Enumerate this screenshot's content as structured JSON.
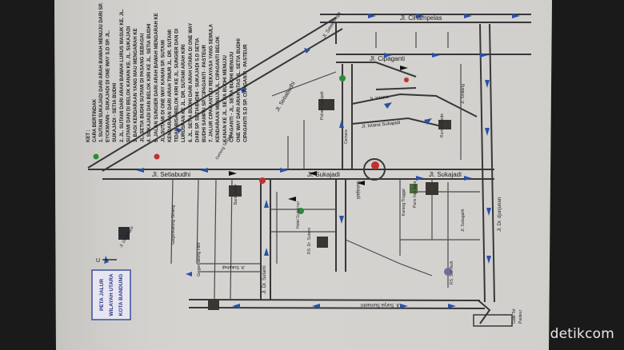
{
  "watermark": "detik",
  "watermark_suffix": "com",
  "legend_box": {
    "line1": "PETA JALUR",
    "line2": "WILAYAH UTARA",
    "line3": "KOTA BANDUNG"
  },
  "key": {
    "title": "KET :",
    "cara_bertindak": "CARA BERTINDAK",
    "items": [
      "1. SUTAMI SUKAJADI DARI ARAH BAWAH MENUJU DARI SP.",
      "   EYCKMANN - SUKAJADI DI ONE WAY S.D SP. JL.",
      "   SUKAJADI - SETIA BUDHI",
      "2. JL. SUTAMI DARI ARAH BAWAH LURUS MASUK KE. JL.",
      "   SUTAMI DAN DI BELOK KANAN KE. JL. SUKAJADI",
      "3. BAGI KENDARAAN YANG MAU MENGARAH KE",
      "   JL. SETIA BUDHI SUTAMI DI PASANG SEBAGAI",
      "4. SUKAJADI DAN BELOK KIRI KE JL. SETIA BUDHI",
      "5. JALAN SUNGIER DARI ARAH BAWAH MENGARAH KE",
      "   JL. SUTAMI DI ONE WAY KANAN SP. SUTAMI",
      "   KENDARAAN DARI ARAH TIMUR JL. DR. SUTAMI",
      "   TIDAK BISA BELOK KIRI KE JL. SUNGIER DAN DI",
      "   LURUSKAN KE JL. DR. SUTAMI ARAH KIRI",
      "6. JL. SETIA BUDHI DARI ARAH UTARA DI ONE WAY",
      "   DARI SP. SETIABUDHI - SUKAJADI S.D SETIA",
      "   BUDHI SAMPAI SP. CIPAGANTI - PASTEUR",
      "7. JALUR CIPAGANTI DI REKAYASA YANG SEMULA",
      "   KENDARAAN MENUJU JL. CIPAGANTI BELOK",
      "   KANAN KE JL. SETIA BUDHI MENUJU",
      "   CIPAGANTI - JL. SETIA BUDHI MENUJU",
      "   ONE WAY DARI ARAH ATAS JL. SETIA BUDHI",
      "   CIPAGANTI S.D SP. CIPAGANTI - PASTEUR"
    ]
  },
  "streets": {
    "cihampelas": "Jl. Cihampelas",
    "cipaganti": "Jl. Cipaganti",
    "setiabudhi_top": "Jl. Setiabudhi",
    "setiabudhi_left": "Jl. Setiabudhi",
    "sukajadi_mid": "Jl. Sukajadi",
    "sukajadi_right": "Jl. Sukajadi",
    "sukajadi_vert": "Sukajadi",
    "istana_sukajadi": "Jl. Istana Sukajadi",
    "istana": "Jl. Istana",
    "dr_sutami": "Jl. Dr. Sutami",
    "djunjunan": "Jl. Dr. djunjunan",
    "surya_sumantri": "Jl. Surya Sumantri",
    "gegerkalong_girang": "Gegerkalong Girang",
    "gegerkalong_hilir": "Gegerkalong Hilir",
    "sukahaji": "Jl. Sukahaji",
    "sukagalih": "Jl. Sukagalih",
    "karang_tinggal": "Karang Tinggal",
    "gerlong_tengah": "Gerlong Tengah",
    "cemara": "Cemara",
    "sindang": "Jl. Sindang",
    "sawahlega": "Jl. Sawahlega",
    "dr_sutami_west": "Jl. Dr. Sutami",
    "pasteur": "Pasteur",
    "gate_tol": "Gate Tol"
  },
  "places": {
    "hotel": "Hotel Gubernur",
    "rs_sutami": "RS. Dr. Sutami",
    "bank_jabar": "Bank Jabar",
    "pvj": "Paris Van Java",
    "rumah_mode": "Rumah Mode",
    "polsek": "Polsek Sukajadi",
    "rs_sari": "RS. Sari Asih"
  }
}
